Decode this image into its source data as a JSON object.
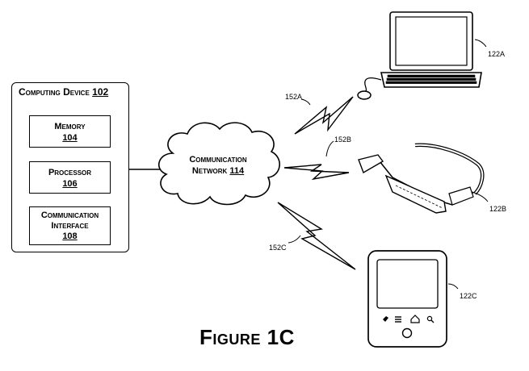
{
  "computing_device": {
    "title": "Computing Device",
    "title_num": "102",
    "memory": {
      "label": "Memory",
      "num": "104"
    },
    "processor": {
      "label": "Processor",
      "num": "106"
    },
    "comm_interface": {
      "label_line1": "Communication",
      "label_line2": "Interface",
      "num": "108"
    }
  },
  "network": {
    "label_line1": "Communication",
    "label_line2": "Network",
    "num": "114"
  },
  "links": {
    "a": "152A",
    "b": "152B",
    "c": "152C"
  },
  "devices": {
    "laptop": {
      "ref": "122A",
      "icon": "laptop-icon"
    },
    "glasses": {
      "ref": "122B",
      "icon": "smart-glasses-icon"
    },
    "phone": {
      "ref": "122C",
      "icon": "smartphone-icon"
    }
  },
  "figure_title": "Figure 1C"
}
